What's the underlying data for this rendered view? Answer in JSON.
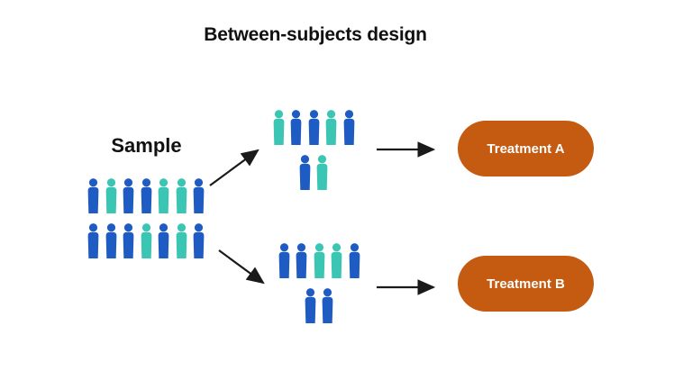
{
  "title": "Between-subjects design",
  "sample": {
    "label": "Sample",
    "rows": [
      [
        "blue",
        "teal",
        "blue",
        "blue",
        "teal",
        "teal",
        "blue"
      ],
      [
        "blue",
        "blue",
        "blue",
        "teal",
        "blue",
        "teal",
        "blue"
      ]
    ]
  },
  "groups": [
    {
      "name": "treatment-a-group",
      "rows": [
        [
          "teal",
          "blue",
          "blue",
          "teal",
          "blue"
        ],
        [
          "blue",
          "teal"
        ]
      ]
    },
    {
      "name": "treatment-b-group",
      "rows": [
        [
          "blue",
          "blue",
          "teal",
          "teal",
          "blue"
        ],
        [
          "blue",
          "blue"
        ]
      ]
    }
  ],
  "treatments": [
    {
      "label": "Treatment A"
    },
    {
      "label": "Treatment B"
    }
  ],
  "colors": {
    "blue": "#1E5CC4",
    "teal": "#3AC6B3",
    "orange": "#C55A11",
    "arrow": "#1a1a1a",
    "text": "#111111"
  }
}
